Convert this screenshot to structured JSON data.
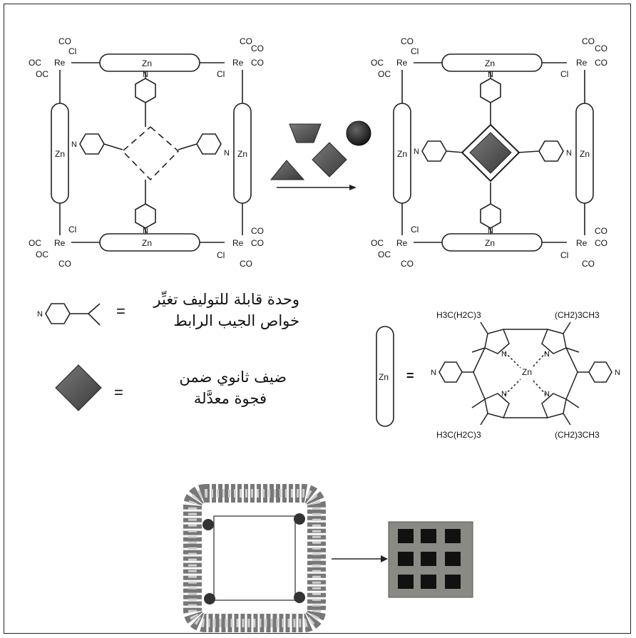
{
  "labels": {
    "zn": "Zn",
    "re": "Re",
    "co": "CO",
    "oc": "OC",
    "cl": "Cl",
    "n": "N",
    "equals": "=",
    "porphyrin_sub_top_left": "H3C(H2C)3",
    "porphyrin_sub_top_right": "(CH2)3CH3",
    "porphyrin_sub_bottom_left": "H3C(H2C)3",
    "porphyrin_sub_bottom_right": "(CH2)3CH3"
  },
  "legend": {
    "linker_line1": "وحدة قابلة للتوليف تغيِّر",
    "linker_line2": "خواص الجيب الرابط",
    "guest_line1": "ضيف ثانوي ضمن",
    "guest_line2": "فجوة معدَّلة"
  },
  "colors": {
    "line": "#222222",
    "shape_fill": "#555555",
    "shape_dark": "#2a2a2a",
    "photo_bg": "#8a8a84"
  }
}
